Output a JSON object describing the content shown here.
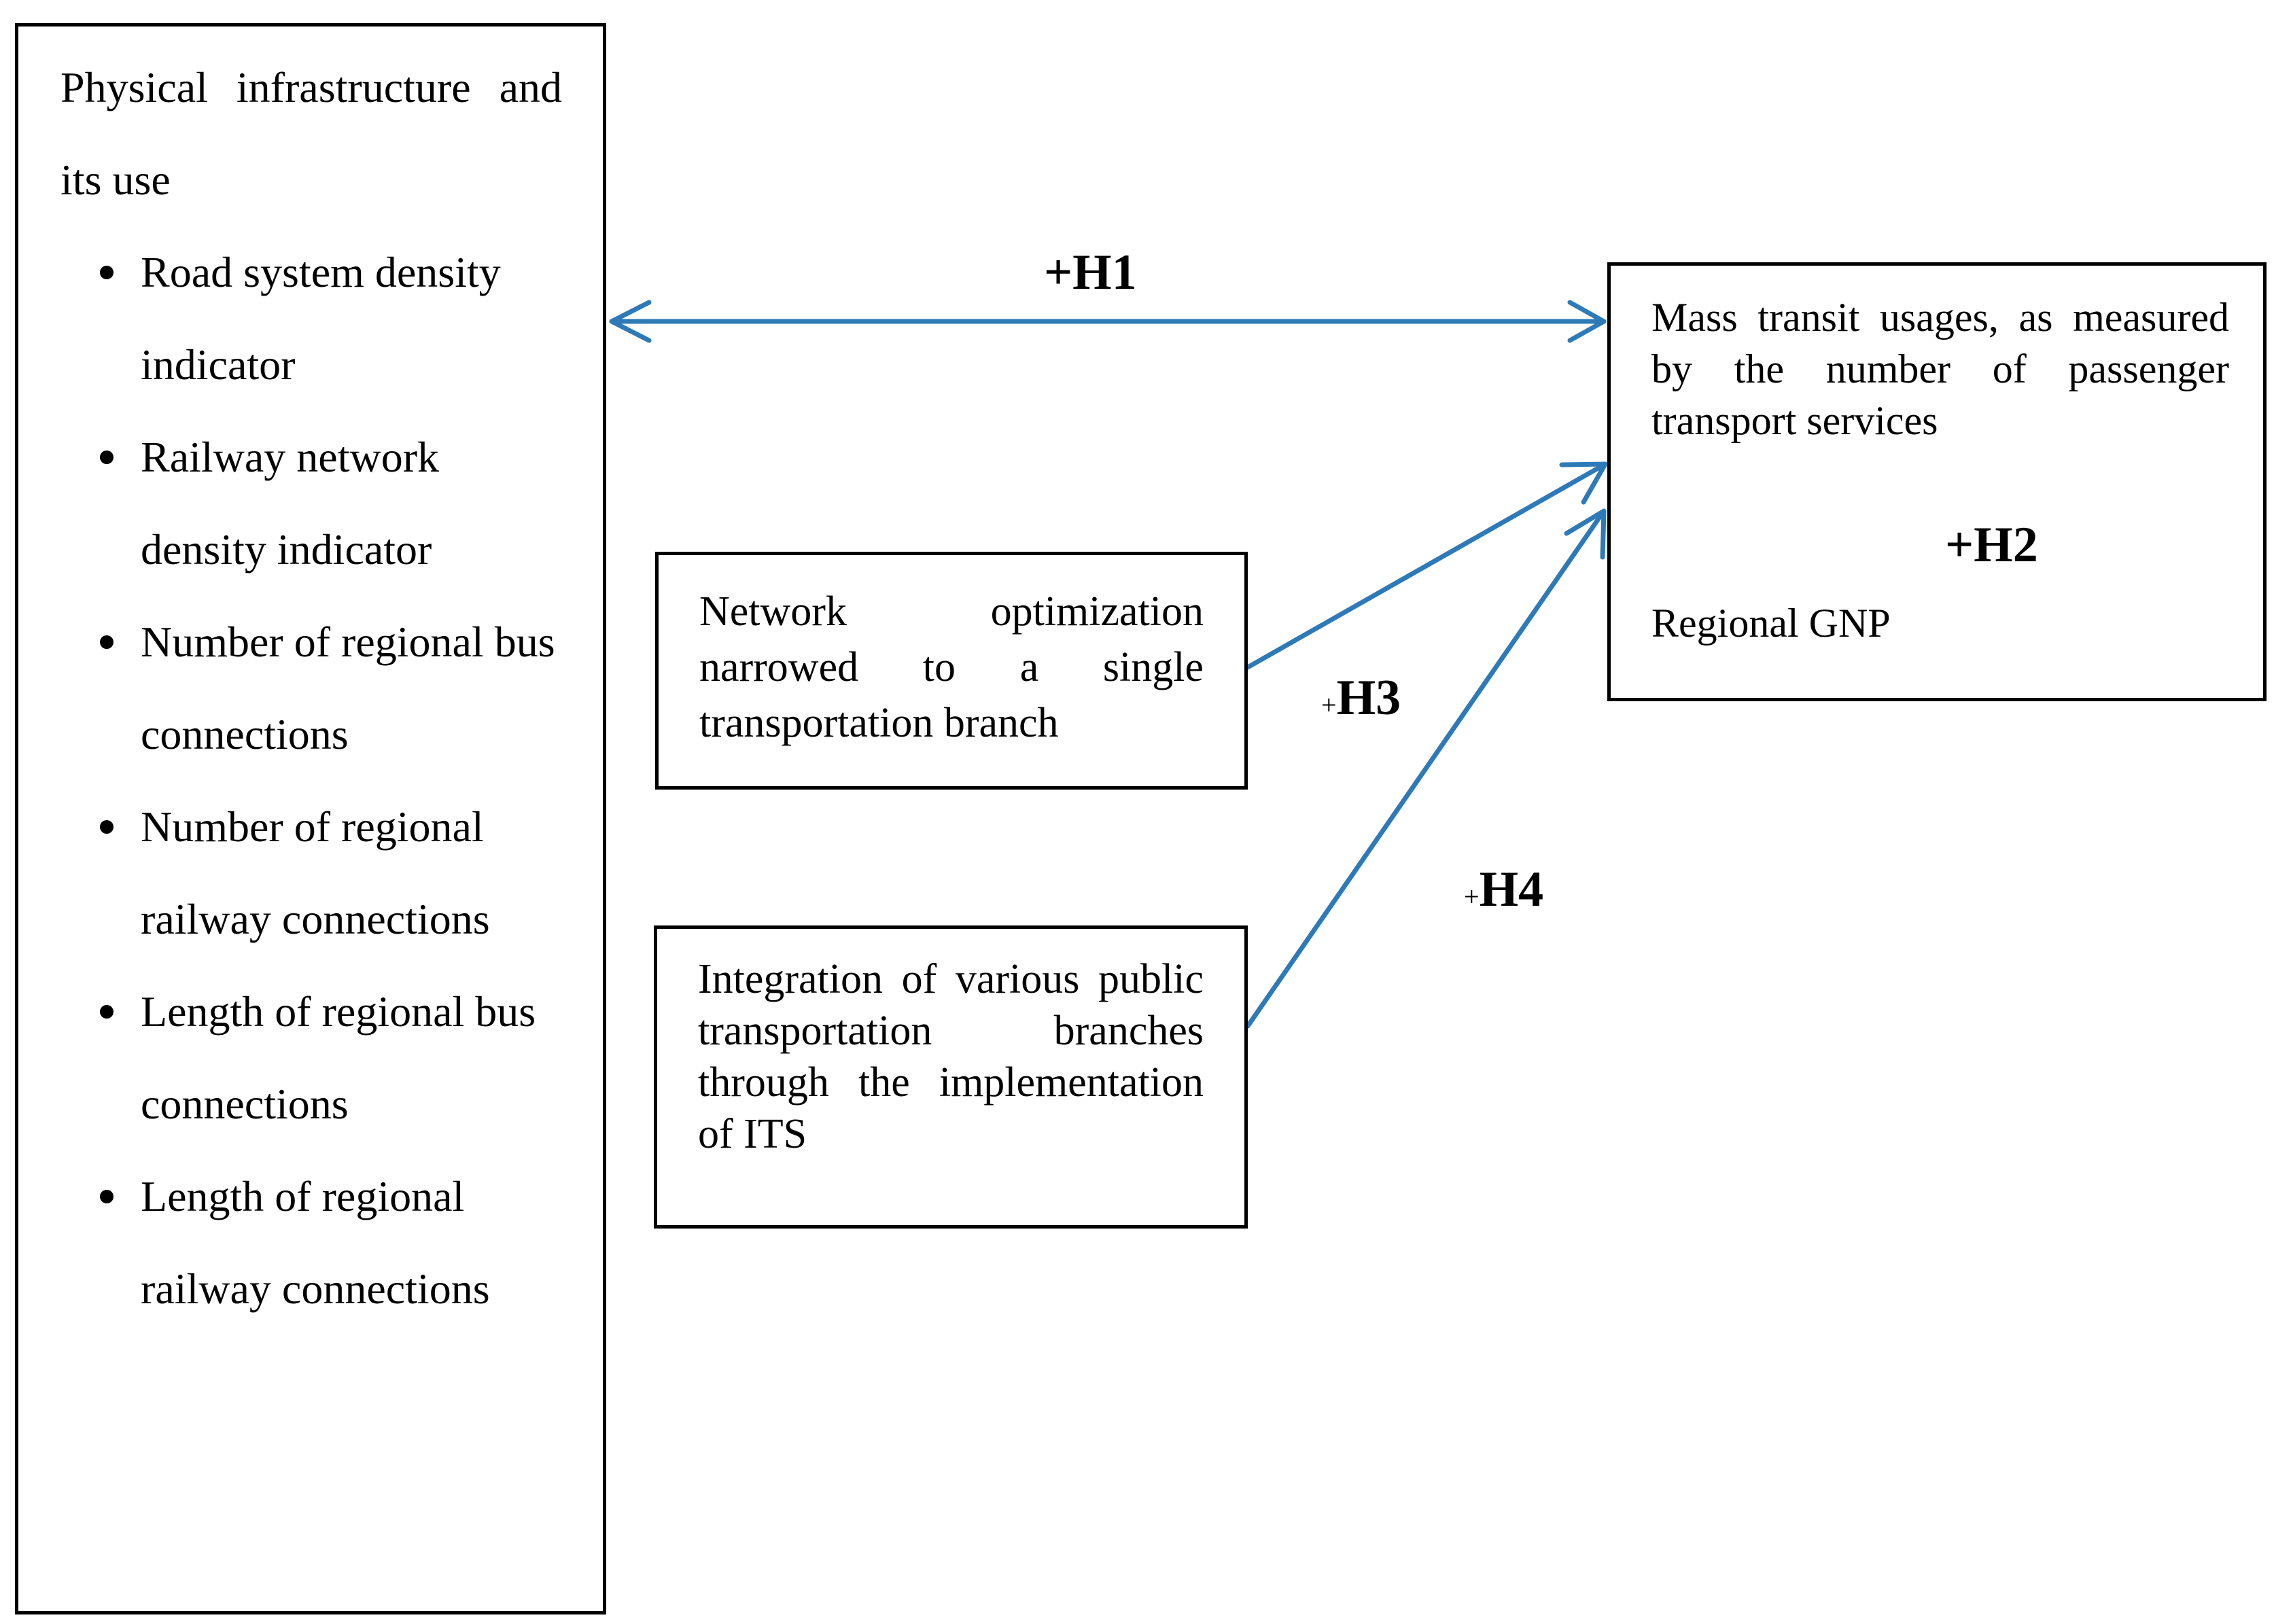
{
  "physical_box": {
    "title": "Physical infrastructure and its use",
    "items": [
      "Road system density indicator",
      "Railway network density indicator",
      "Number of regional bus connections",
      "Number of regional railway connections",
      "Length of regional bus connections",
      "Length of regional railway connections"
    ]
  },
  "mass_box": {
    "text": "Mass transit usages, as measured by the number of passenger transport services",
    "gnp": "Regional GNP"
  },
  "network_box": {
    "text": "Network optimization narrowed to a single transportation branch"
  },
  "integration_box": {
    "text": "Integration of various public transportation branches through the implementation of ITS"
  },
  "hypotheses": {
    "h1": {
      "plus": "+",
      "label": "H1"
    },
    "h2": {
      "plus": "+",
      "label": "H2"
    },
    "h3": {
      "plus": "+",
      "label": "H3"
    },
    "h4": {
      "plus": "+",
      "label": "H4"
    }
  },
  "colors": {
    "arrow": "#2e7ab8",
    "border": "#000000"
  }
}
